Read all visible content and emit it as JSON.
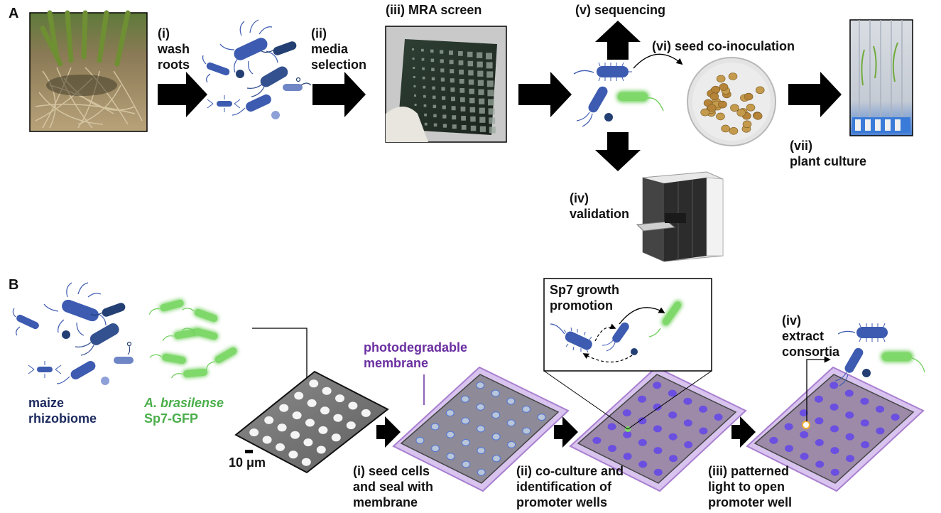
{
  "panel_a": {
    "letter": "A",
    "step_i": [
      "(i)",
      "wash",
      "roots"
    ],
    "step_ii": [
      "(ii)",
      "media",
      "selection"
    ],
    "step_iii": "(iii) MRA screen",
    "step_iv": [
      "(iv)",
      "validation"
    ],
    "step_v": "(v) sequencing",
    "step_vi": "(vi) seed co-inoculation",
    "step_vii": [
      "(vii)",
      "plant culture"
    ]
  },
  "panel_b": {
    "letter": "B",
    "community": [
      "maize",
      "rhizobiome"
    ],
    "strain": [
      "A. brasilense",
      "Sp7-GFP"
    ],
    "membrane": [
      "photodegradable",
      "membrane"
    ],
    "scale_bar": "10 μm",
    "inset_title": [
      "Sp7 growth",
      "promotion"
    ],
    "extract": [
      "(iv)",
      "extract",
      "consortia"
    ],
    "step_i": [
      "(i) seed cells",
      "and seal with",
      "membrane"
    ],
    "step_ii": [
      "(ii) co-culture and",
      "identification of",
      "promoter wells"
    ],
    "step_iii": [
      "(iii) patterned",
      "light to open",
      "promoter well"
    ]
  },
  "colors": {
    "bacteria_blue": "#3d5bb0",
    "dark_navy": "#233f73",
    "gfp_green": "#6fcf5a",
    "membrane_purple": "#a97fd0",
    "well_purple": "#7a5ce0",
    "arrow": "#000000"
  }
}
